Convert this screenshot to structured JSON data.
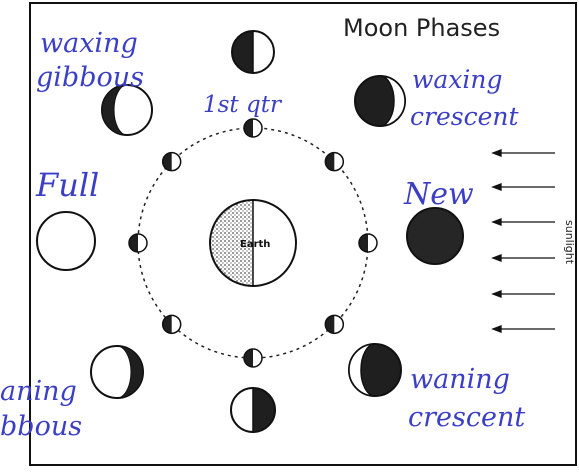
{
  "title": "Moon Phases",
  "center_label": "Earth",
  "sunlight_label": "sunlight",
  "labels": {
    "waxing_gibbous_1": "waxing",
    "waxing_gibbous_2": "gibbous",
    "first_quarter": "1st qtr",
    "waxing_crescent_1": "waxing",
    "waxing_crescent_2": "crescent",
    "full": "Full",
    "new": "New",
    "waning_gibbous_1": "aning",
    "waning_gibbous_2": "bbous",
    "waning_crescent_1": "waning",
    "waning_crescent_2": "crescent"
  },
  "colors": {
    "ink": "#1a1a1a",
    "handwriting": "#3b3fc6",
    "shade": "#2a2a2a"
  }
}
